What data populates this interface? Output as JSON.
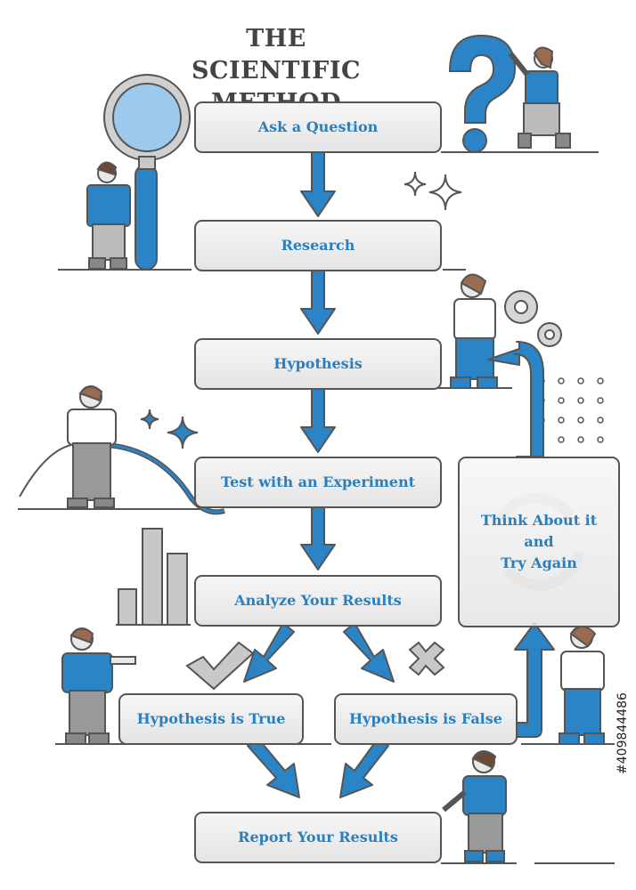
{
  "title": {
    "line1": "THE SCIENTIFIC",
    "line2": "METHOD"
  },
  "steps": {
    "ask": "Ask a Question",
    "research": "Research",
    "hypothesis": "Hypothesis",
    "test": "Test with an Experiment",
    "analyze": "Analyze Your Results",
    "true": "Hypothesis is True",
    "false": "Hypothesis is False",
    "report": "Report Your Results",
    "retry_line1": "Think About it",
    "retry_line2": "and",
    "retry_line3": "Try Again"
  },
  "watermark": "#409844486",
  "colors": {
    "accent_blue": "#2b84c6",
    "text_blue": "#2a7fbf",
    "outline": "#555555",
    "gray_fill": "#c8c8c8"
  },
  "icons": [
    "magnifier-icon",
    "question-mark-icon",
    "sparkle-icon",
    "gears-icon",
    "dots-grid-icon",
    "bar-chart-icon",
    "checkmark-icon",
    "cross-icon",
    "cycle-icon",
    "bell-curve-icon"
  ]
}
